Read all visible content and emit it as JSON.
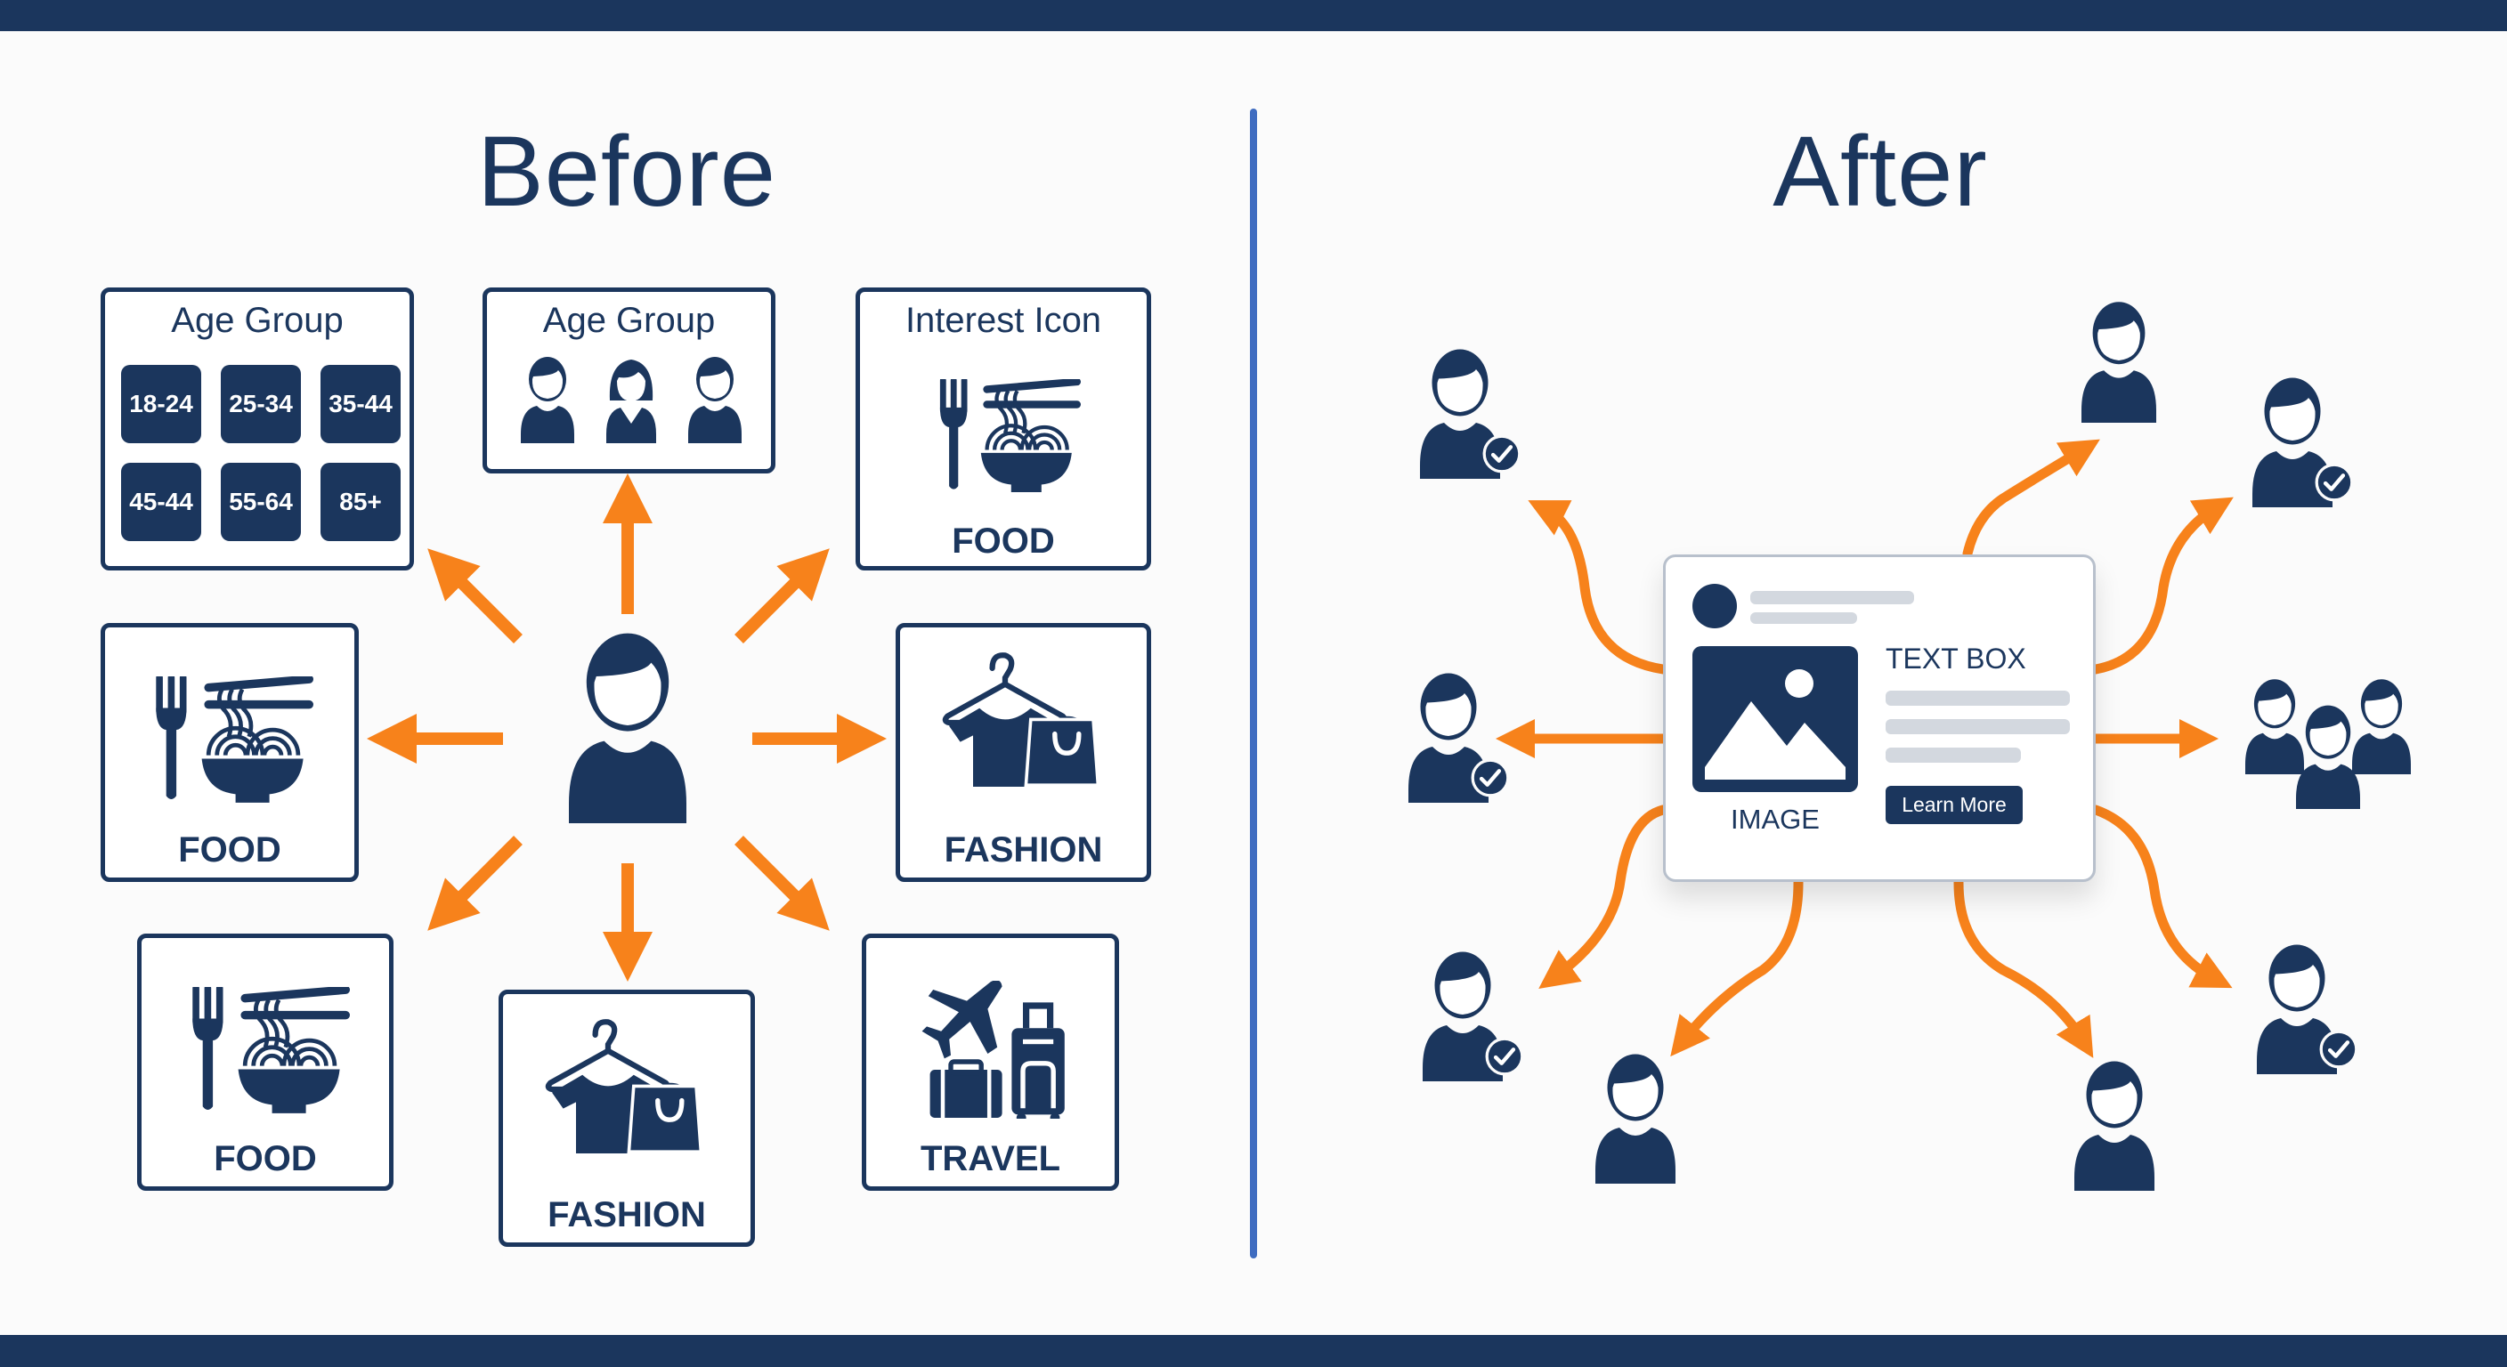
{
  "colors": {
    "navy": "#1b365d",
    "orange": "#f7821b",
    "divider": "#3f6cc0",
    "placeholder_gray": "#d3d8df",
    "background": "#fbfbfb"
  },
  "before": {
    "title": "Before",
    "center_icon": "user-icon",
    "boxes": [
      {
        "title": "Age Group",
        "type": "age-grid",
        "chips": [
          "18-24",
          "25-34",
          "35-44",
          "45-44",
          "55-64",
          "85+"
        ]
      },
      {
        "title": "Age Group",
        "type": "people",
        "icons": [
          "man-icon",
          "woman-icon",
          "man-icon"
        ]
      },
      {
        "title": "Interest Icon",
        "type": "interest",
        "icon": "food-icon",
        "label": "FOOD"
      },
      {
        "type": "interest",
        "icon": "food-icon",
        "label": "FOOD"
      },
      {
        "type": "interest",
        "icon": "fashion-icon",
        "label": "FASHION"
      },
      {
        "type": "interest",
        "icon": "food-icon",
        "label": "FOOD"
      },
      {
        "type": "interest",
        "icon": "fashion-icon",
        "label": "FASHION"
      },
      {
        "type": "interest",
        "icon": "travel-icon",
        "label": "TRAVEL"
      }
    ]
  },
  "after": {
    "title": "After",
    "ad_card": {
      "image_label": "IMAGE",
      "text_box_label": "TEXT BOX",
      "cta_label": "Learn More"
    },
    "audience": [
      {
        "icon": "user-icon",
        "verified": true
      },
      {
        "icon": "user-icon",
        "verified": false
      },
      {
        "icon": "user-icon",
        "verified": true
      },
      {
        "icon": "user-icon",
        "verified": true
      },
      {
        "icon": "group-icon",
        "verified": false
      },
      {
        "icon": "user-icon",
        "verified": true
      },
      {
        "icon": "user-icon",
        "verified": false
      },
      {
        "icon": "user-icon",
        "verified": false
      },
      {
        "icon": "user-icon",
        "verified": true
      }
    ]
  }
}
